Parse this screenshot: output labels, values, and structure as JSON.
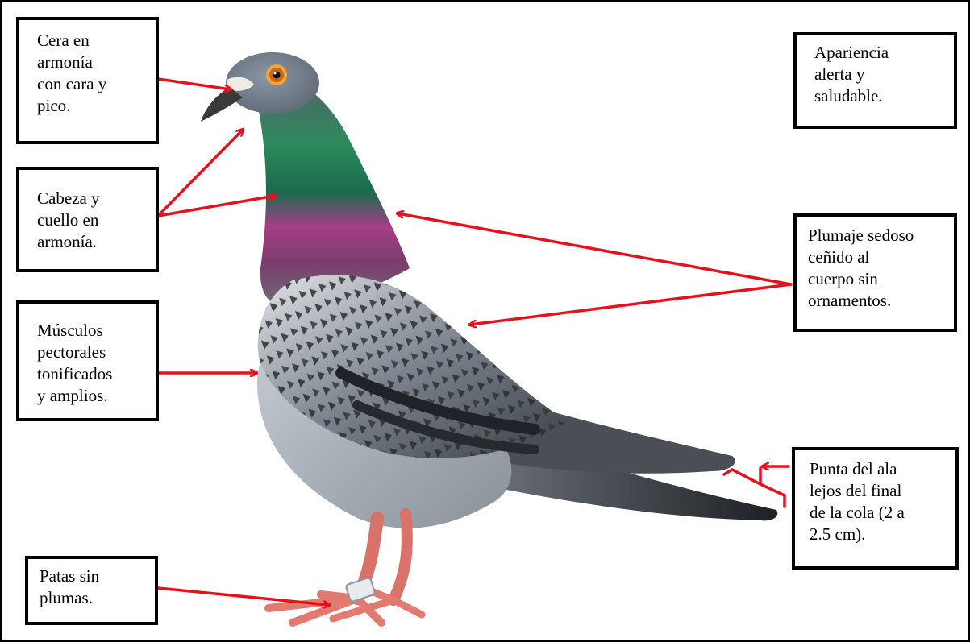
{
  "labels": {
    "cera": "Cera en\narmonía\ncon cara y\npico.",
    "apariencia": "Apariencia\nalerta y\nsaludable.",
    "cabeza": "Cabeza y\ncuello en\narmonía.",
    "plumaje": "Plumaje sedoso\nceñido al\ncuerpo sin\nornamentos.",
    "musculos": "Músculos\npectorales\ntonificados\ny amplios.",
    "punta": "Punta del ala\nlejos del final\nde la cola (2 a\n2.5 cm).",
    "patas": "Patas sin\nplumas."
  },
  "colors": {
    "arrow": "#e8101a",
    "border": "#000000",
    "background": "#ffffff"
  }
}
